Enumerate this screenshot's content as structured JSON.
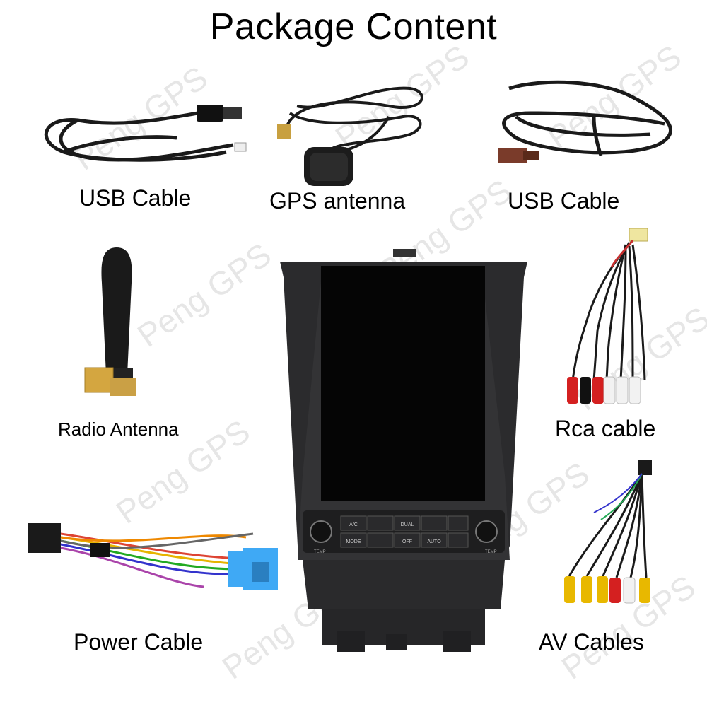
{
  "title": "Package Content",
  "watermark": "Peng GPS",
  "items": [
    {
      "label": "USB Cable",
      "icon": "usb-cable"
    },
    {
      "label": "GPS antenna",
      "icon": "gps-antenna"
    },
    {
      "label": "USB Cable",
      "icon": "usb-cable"
    },
    {
      "label": "Radio Antenna",
      "icon": "radio-antenna"
    },
    {
      "label": "Rca cable",
      "icon": "rca-cable"
    },
    {
      "label": "Power Cable",
      "icon": "power-cable"
    },
    {
      "label": "AV Cables",
      "icon": "av-cable"
    }
  ],
  "head_unit": {
    "buttons": [
      "A/C",
      "DUAL",
      "MODE",
      "OFF",
      "AUTO"
    ],
    "temp_label": "TEMP"
  },
  "colors": {
    "body_dark": "#2b2b2d",
    "screen": "#050505",
    "cable": "#1a1a1a",
    "rca_red": "#d42020",
    "rca_white": "#f2f2f2",
    "rca_yellow": "#e8b800",
    "connector_blue": "#3fa9f5"
  }
}
